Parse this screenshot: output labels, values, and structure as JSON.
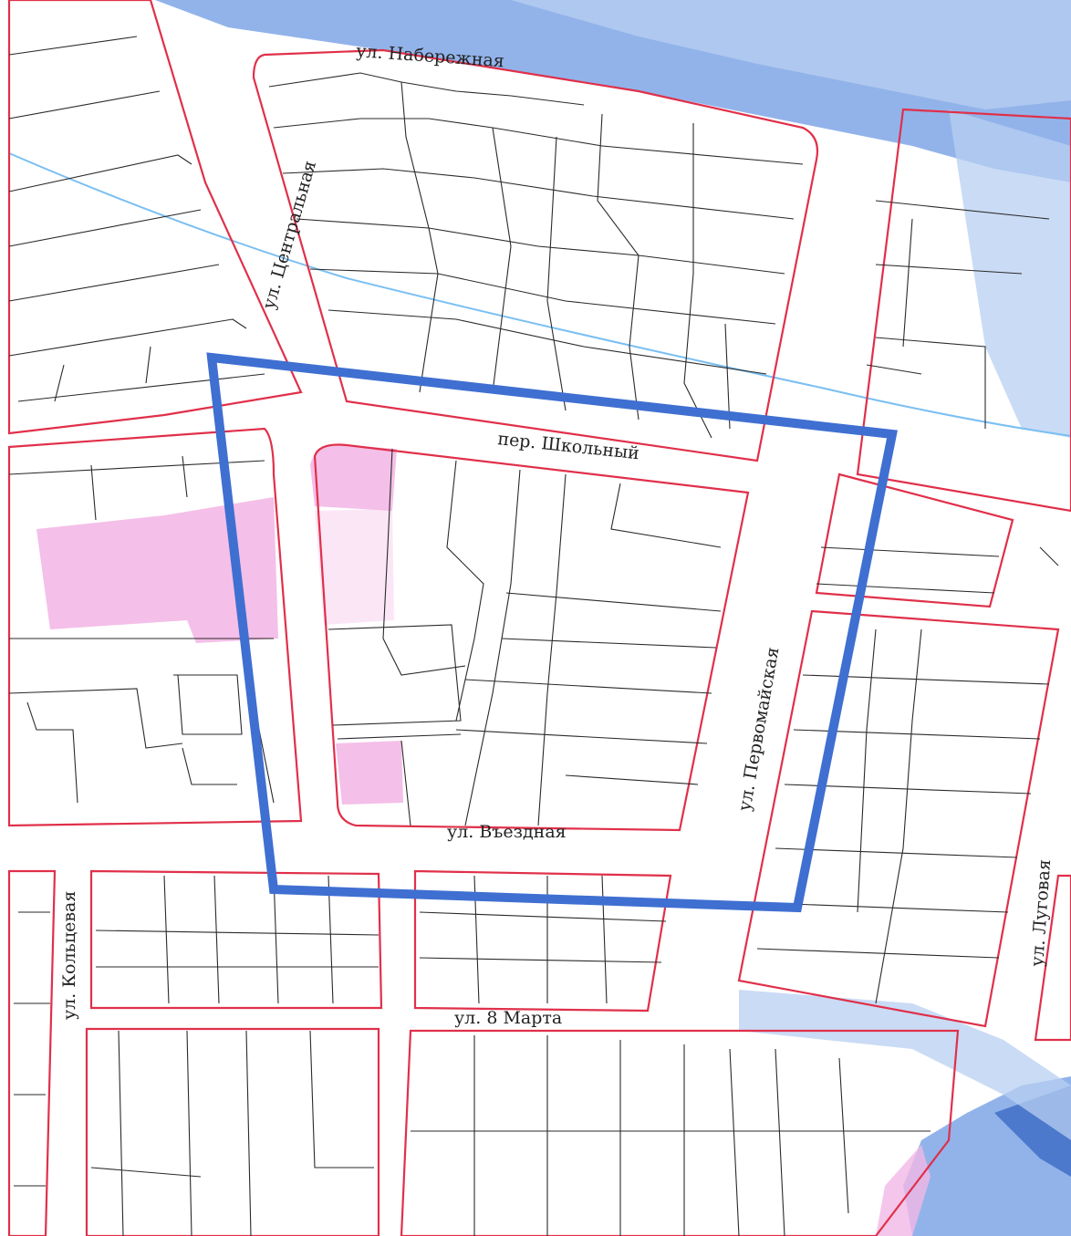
{
  "map": {
    "streets": {
      "naberezhnaya": "ул. Набережная",
      "tsentralnaya": "ул. Центральная",
      "shkolny": "пер. Школьный",
      "pervomayskaya": "ул. Первомайская",
      "vyezdnaya": "ул. Въездная",
      "koltsevaya": "ул. Кольцевая",
      "vosmogo_marta": "ул. 8 Марта",
      "lugovaya": "ул. Луговая"
    },
    "colors": {
      "block_boundary": "#e0304a",
      "highlight_frame": "#3f6fd1",
      "water_dark": "#7fa6e6",
      "water_light": "#b8cff2",
      "utility_line": "#79bff2",
      "pink_zone": "#f3b8e6",
      "parcel_line": "#2a2a2a"
    }
  }
}
